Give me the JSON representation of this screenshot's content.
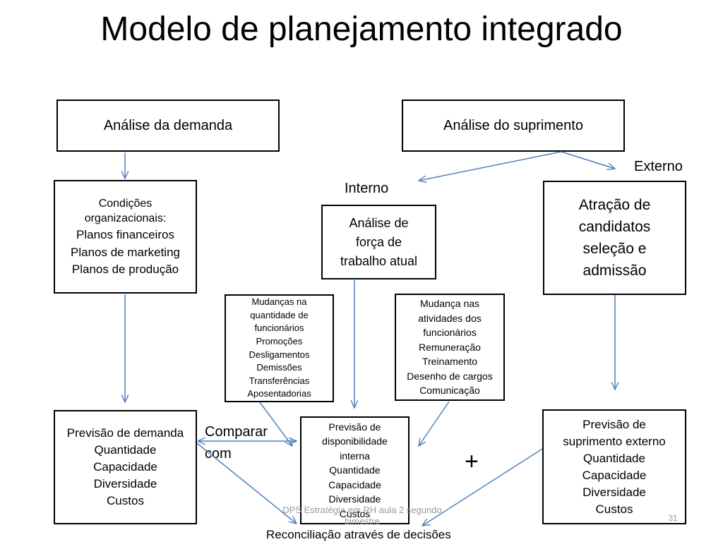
{
  "title": "Modelo de planejamento integrado",
  "boxes": {
    "demanda": "Análise da demanda",
    "suprimento": "Análise do suprimento",
    "condicoes": [
      "Condições",
      "organizacionais:",
      "Planos financeiros",
      "Planos de marketing",
      "Planos de produção"
    ],
    "forca": [
      "Análise de",
      "força de",
      "trabalho atual"
    ],
    "atracao": [
      "Atração de",
      "candidatos",
      "seleção e",
      "admissão"
    ],
    "mudancas_quant": [
      "Mudanças na",
      "quantidade de",
      "funcionários",
      "Promoções",
      "Desligamentos",
      "Demissões",
      "Transferências",
      "Aposentadorias"
    ],
    "mudanca_ativ": [
      "Mudança nas",
      "atividades dos",
      "funcionários",
      "Remuneração",
      "Treinamento",
      "Desenho de cargos",
      "Comunicação"
    ],
    "prev_demanda": [
      "Previsão de demanda",
      "Quantidade",
      "Capacidade",
      "Diversidade",
      "Custos"
    ],
    "prev_interna": [
      "Previsão de",
      "disponibilidade",
      "interna",
      "Quantidade",
      "Capacidade",
      "Diversidade",
      "Custos"
    ],
    "prev_externo": [
      "Previsão de",
      "suprimento externo",
      "Quantidade",
      "Capacidade",
      "Diversidade",
      "Custos"
    ]
  },
  "labels": {
    "interno": "Interno",
    "externo": "Externo",
    "comparar": "Comparar",
    "com": "com",
    "plus": "+",
    "reconciliacao": "Reconciliação através de decisões"
  },
  "footer": {
    "text": "DPS Estratégia em RH aula 2 segundo bimestre",
    "page": "31"
  },
  "colors": {
    "arrow": "#4f81bd",
    "border": "#000000",
    "footer": "#9a9a9a"
  }
}
